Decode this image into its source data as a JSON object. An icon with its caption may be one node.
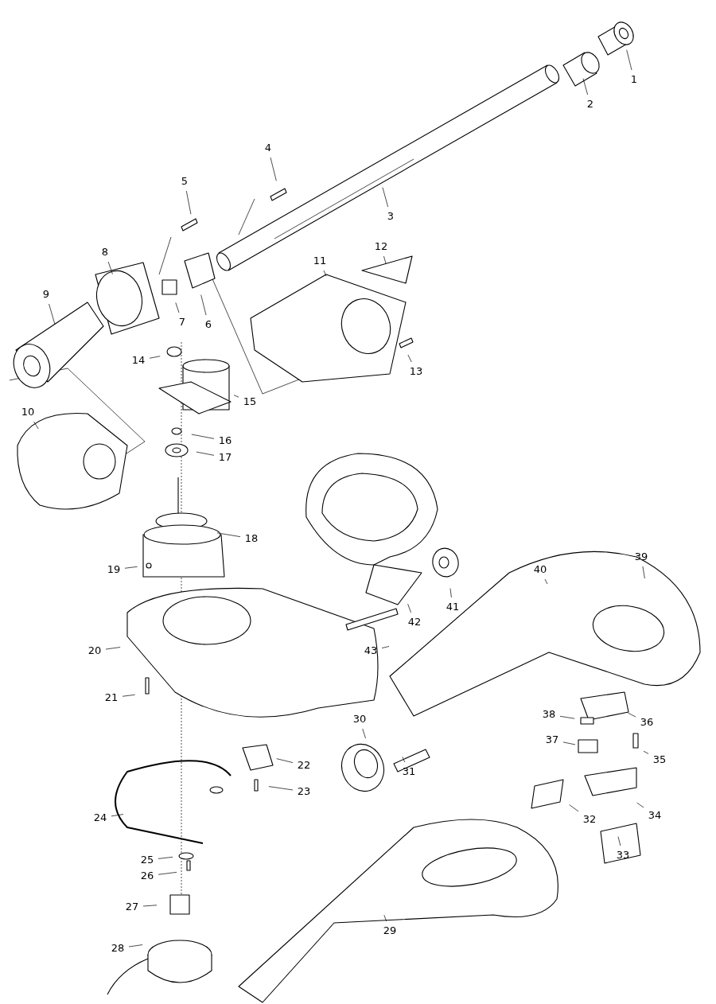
{
  "diagram": {
    "nodes": [
      {
        "text": [
          "1"
        ]
      },
      {
        "text": [
          "2"
        ]
      },
      {
        "text": [
          "3"
        ]
      },
      {
        "text": [
          "4"
        ]
      },
      {
        "text": [
          "5"
        ]
      },
      {
        "text": [
          "6"
        ]
      },
      {
        "text": [
          "7"
        ]
      },
      {
        "text": [
          "8"
        ]
      },
      {
        "text": [
          "9"
        ]
      },
      {
        "text": [
          "10"
        ]
      },
      {
        "text": [
          "11"
        ]
      },
      {
        "text": [
          "12"
        ]
      },
      {
        "text": [
          "13"
        ]
      },
      {
        "text": [
          "14"
        ]
      },
      {
        "text": [
          "15"
        ]
      },
      {
        "text": [
          "16"
        ]
      },
      {
        "text": [
          "17"
        ]
      },
      {
        "text": [
          "18"
        ]
      },
      {
        "text": [
          "19"
        ]
      },
      {
        "text": [
          "20"
        ]
      },
      {
        "text": [
          "21"
        ]
      },
      {
        "text": [
          "22"
        ]
      },
      {
        "text": [
          "23"
        ]
      },
      {
        "text": [
          "24"
        ]
      },
      {
        "text": [
          "25"
        ]
      },
      {
        "text": [
          "26"
        ]
      },
      {
        "text": [
          "27"
        ]
      },
      {
        "text": [
          "28"
        ]
      },
      {
        "text": [
          "29"
        ]
      },
      {
        "text": [
          "30"
        ]
      },
      {
        "text": [
          "31"
        ]
      },
      {
        "text": [
          "32"
        ]
      },
      {
        "text": [
          "33"
        ]
      },
      {
        "text": [
          "34"
        ]
      },
      {
        "text": [
          "35"
        ]
      },
      {
        "text": [
          "36"
        ]
      },
      {
        "text": [
          "37"
        ]
      },
      {
        "text": [
          "38"
        ]
      },
      {
        "text": [
          "39"
        ]
      },
      {
        "text": [
          "40"
        ]
      },
      {
        "text": [
          "41"
        ]
      },
      {
        "text": [
          "42"
        ]
      },
      {
        "text": [
          "43"
        ]
      }
    ],
    "edges": [
      {
        "from": 0,
        "to": null,
        "arrow": "none"
      },
      {
        "from": 1,
        "to": null,
        "arrow": "none"
      },
      {
        "from": 2,
        "to": null,
        "arrow": "none"
      },
      {
        "from": 3,
        "to": null,
        "arrow": "none"
      },
      {
        "from": 4,
        "to": null,
        "arrow": "none"
      },
      {
        "from": 5,
        "to": null,
        "arrow": "none"
      },
      {
        "from": 6,
        "to": null,
        "arrow": "none"
      },
      {
        "from": 7,
        "to": null,
        "arrow": "none"
      },
      {
        "from": 8,
        "to": null,
        "arrow": "none"
      },
      {
        "from": 9,
        "to": null,
        "arrow": "none"
      },
      {
        "from": 10,
        "to": null,
        "arrow": "none"
      },
      {
        "from": 11,
        "to": null,
        "arrow": "none"
      },
      {
        "from": 12,
        "to": null,
        "arrow": "none"
      },
      {
        "from": 13,
        "to": null,
        "arrow": "none"
      },
      {
        "from": 14,
        "to": null,
        "arrow": "none"
      },
      {
        "from": 15,
        "to": null,
        "arrow": "none"
      },
      {
        "from": 16,
        "to": null,
        "arrow": "none"
      },
      {
        "from": 17,
        "to": null,
        "arrow": "none"
      },
      {
        "from": 18,
        "to": null,
        "arrow": "none"
      },
      {
        "from": 19,
        "to": null,
        "arrow": "none"
      },
      {
        "from": 20,
        "to": null,
        "arrow": "none"
      },
      {
        "from": 21,
        "to": null,
        "arrow": "none"
      },
      {
        "from": 22,
        "to": null,
        "arrow": "none"
      },
      {
        "from": 23,
        "to": null,
        "arrow": "none"
      },
      {
        "from": 24,
        "to": null,
        "arrow": "none"
      },
      {
        "from": 25,
        "to": null,
        "arrow": "none"
      },
      {
        "from": 26,
        "to": null,
        "arrow": "none"
      },
      {
        "from": 27,
        "to": null,
        "arrow": "none"
      },
      {
        "from": 28,
        "to": null,
        "arrow": "none"
      },
      {
        "from": 29,
        "to": null,
        "arrow": "none"
      },
      {
        "from": 30,
        "to": null,
        "arrow": "none"
      },
      {
        "from": 31,
        "to": null,
        "arrow": "none"
      },
      {
        "from": 32,
        "to": null,
        "arrow": "none"
      },
      {
        "from": 33,
        "to": null,
        "arrow": "none"
      },
      {
        "from": 34,
        "to": null,
        "arrow": "none"
      },
      {
        "from": 35,
        "to": null,
        "arrow": "none"
      },
      {
        "from": 36,
        "to": null,
        "arrow": "none"
      },
      {
        "from": 37,
        "to": null,
        "arrow": "none"
      },
      {
        "from": 38,
        "to": null,
        "arrow": "none"
      },
      {
        "from": 39,
        "to": null,
        "arrow": "none"
      },
      {
        "from": 40,
        "to": null,
        "arrow": "none"
      },
      {
        "from": 41,
        "to": null,
        "arrow": "none"
      },
      {
        "from": 42,
        "to": null,
        "arrow": "none"
      }
    ]
  }
}
